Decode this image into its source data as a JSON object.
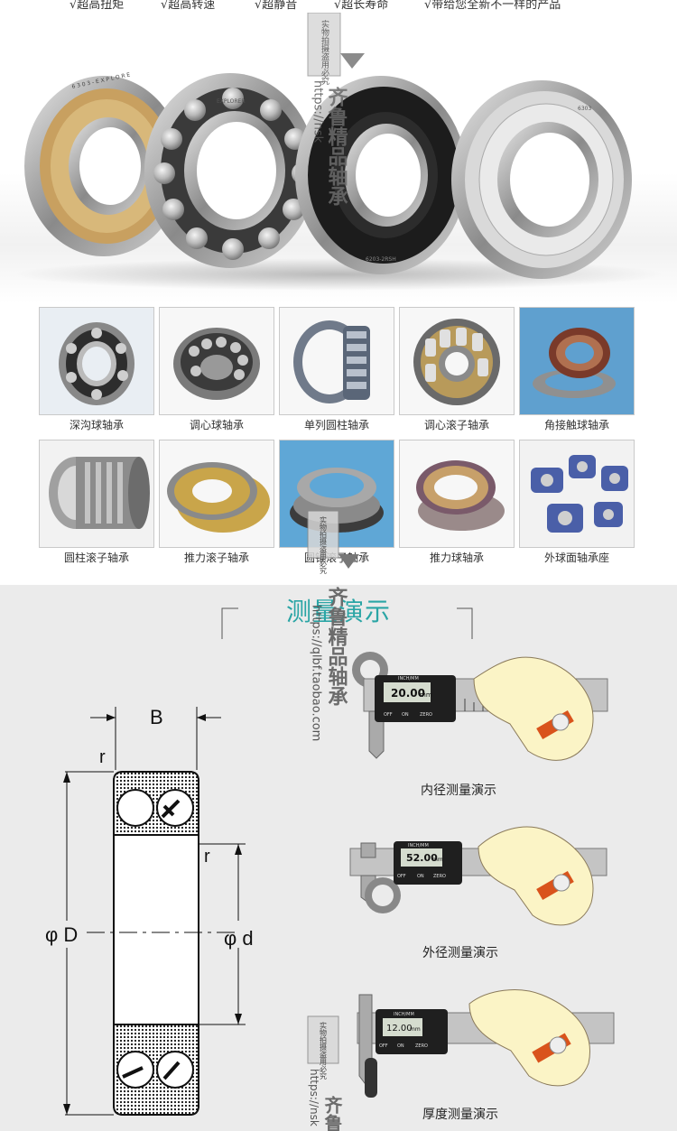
{
  "features": [
    "√超高扭矩",
    "√超高转速",
    "√超静音",
    "√超长寿命",
    "√带给您全新不一样的产品"
  ],
  "hero": {
    "bearing_texts": [
      "6 3 0 3 - E X P L O R E",
      "EXPLORER",
      "6203-2RSH",
      "6303"
    ],
    "watermark_stamp": "实物拍摄盗用必究",
    "watermark_url": "https://nsk",
    "watermark_brand": "齐鲁精品轴承"
  },
  "products": [
    {
      "label": "深沟球轴承"
    },
    {
      "label": "调心球轴承"
    },
    {
      "label": "单列圆柱轴承"
    },
    {
      "label": "调心滚子轴承"
    },
    {
      "label": "角接触球轴承"
    },
    {
      "label": "圆柱滚子轴承"
    },
    {
      "label": "推力滚子轴承"
    },
    {
      "label": "圆锥滚子轴承"
    },
    {
      "label": "推力球轴承"
    },
    {
      "label": "外球面轴承座"
    }
  ],
  "measure": {
    "title": "测量演示",
    "diagram": {
      "B": "B",
      "r_top": "r",
      "r_mid": "r",
      "D": "φ D",
      "d": "φ d"
    },
    "demos": [
      {
        "reading": "20.00",
        "unit": "mm",
        "caption": "内径测量演示"
      },
      {
        "reading": "52.00",
        "unit": "mm",
        "caption": "外径测量演示"
      },
      {
        "reading": "12.00",
        "unit": "mm",
        "caption": "厚度测量演示"
      }
    ],
    "caliper_labels": {
      "inch_mm": "INCH/MM",
      "off": "OFF",
      "on": "ON",
      "zero": "ZERO"
    },
    "watermark_url": "https://qlbf.taobao.com",
    "watermark_brand": "齐鲁精品轴承",
    "watermark_stamp": "实物拍摄盗用必究",
    "watermark_url2": "https://nsk",
    "watermark_brand2": "齐鲁"
  },
  "colors": {
    "accent": "#2aa5a5",
    "brass": "#c8a060",
    "cuff": "#d9531c"
  }
}
